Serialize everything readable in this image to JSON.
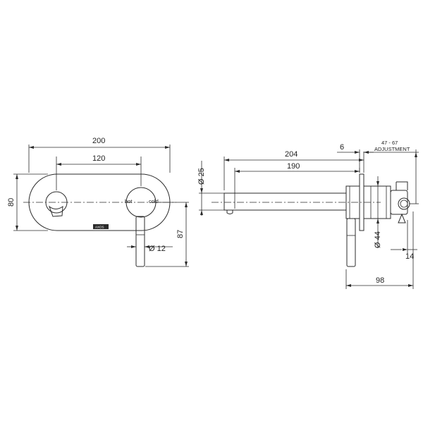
{
  "dimensions": {
    "front_width_overall": "200",
    "front_centers": "120",
    "front_height": "80",
    "lever_drop": "87",
    "lever_dia": "Ø 12",
    "side_spout_length": "204",
    "side_spout_reach": "190",
    "side_plate_thickness": "6",
    "spout_dia": "Ø 25",
    "body_dia": "Ø 44",
    "body_offset": "14",
    "body_depth": "98",
    "adjustment_range": "47 - 67",
    "adjustment_label": "ADJUSTMENT"
  },
  "handle_labels": {
    "hot": "hot",
    "cold": "cold"
  },
  "brand_badge": "AXOS"
}
